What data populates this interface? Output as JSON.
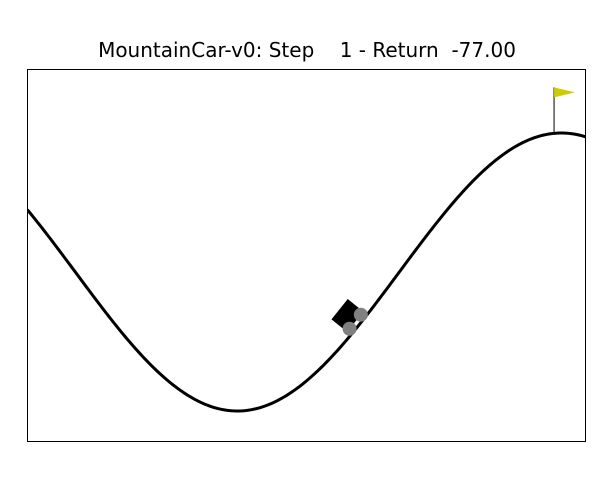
{
  "title": "MountainCar-v0: Step    1 - Return  -77.00",
  "environment": "MountainCar-v0",
  "step": 1,
  "return": -77.0,
  "car_position": -0.13,
  "goal_position": 0.5,
  "position_range": [
    -1.2,
    0.6
  ],
  "colors": {
    "background": "#ffffff",
    "track": "#000000",
    "car": "#000000",
    "wheel": "#808080",
    "flag": "#cccc00",
    "flagpole": "#000000"
  }
}
